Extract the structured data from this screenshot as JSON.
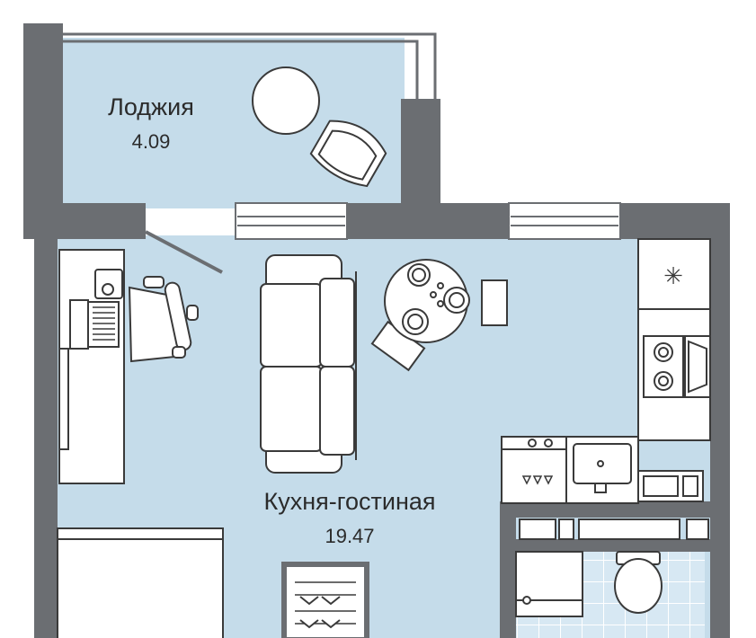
{
  "plan": {
    "colors": {
      "wall": "#6b6e72",
      "floor": "#c5dcea",
      "bath_tile": "#d7e8f3",
      "furniture": "#ffffff",
      "outline": "#3a3a3a"
    },
    "rooms": [
      {
        "id": "loggia",
        "name": "Лоджия",
        "area": "4.09"
      },
      {
        "id": "kitchen-living",
        "name": "Кухня-гостиная",
        "area": "19.47"
      }
    ],
    "kitchen": {
      "hood_symbol": "✳"
    }
  }
}
